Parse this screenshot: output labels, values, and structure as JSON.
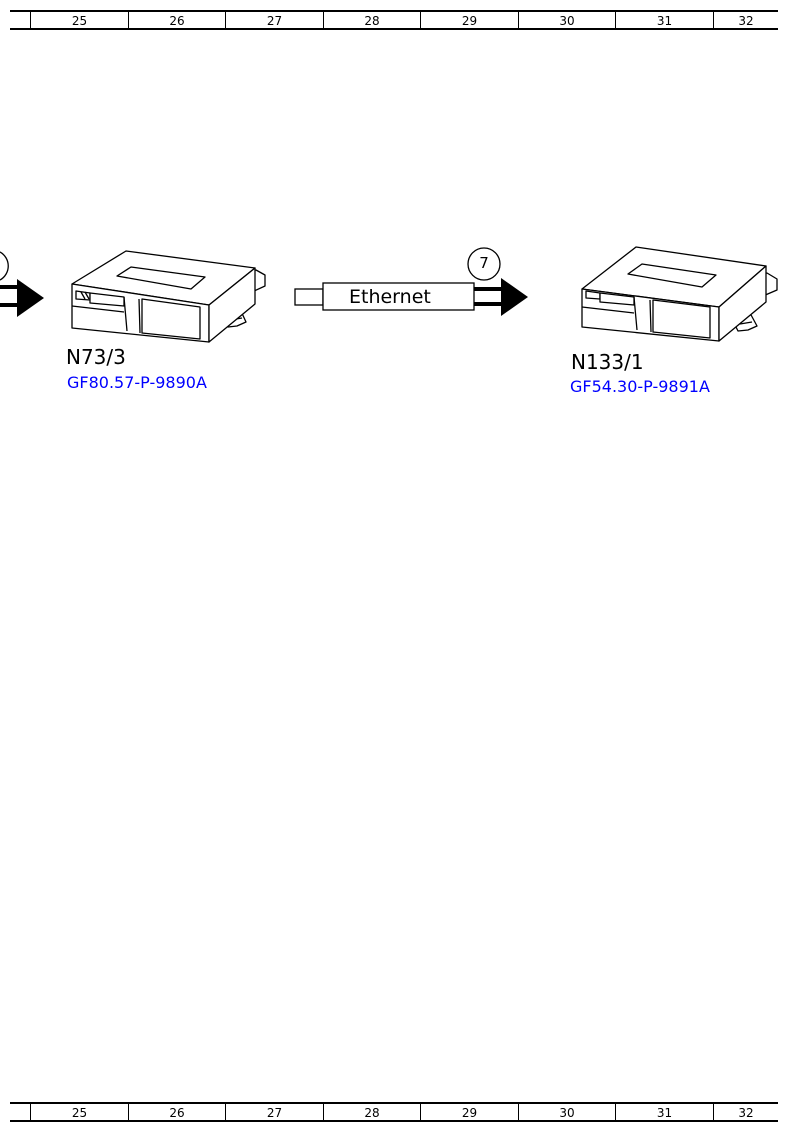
{
  "ruler_columns": [
    "25",
    "26",
    "27",
    "28",
    "29",
    "30",
    "31",
    "32"
  ],
  "components": [
    {
      "id": "N73/3",
      "ref": "GF80.57-P-9890A"
    },
    {
      "id": "N133/1",
      "ref": "GF54.30-P-9891A"
    }
  ],
  "connection": {
    "label": "Ethernet",
    "marker_number": "7"
  },
  "colors": {
    "line": "#000000",
    "link": "#0000ff",
    "background": "#ffffff"
  }
}
